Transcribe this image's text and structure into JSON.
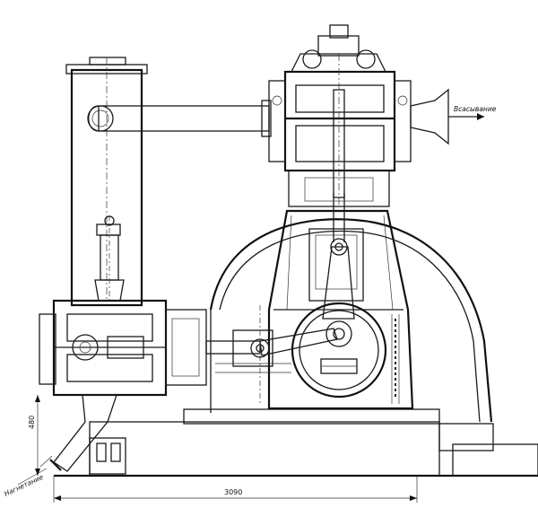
{
  "drawing": {
    "labels": {
      "intake": "Всасывание",
      "discharge": "Нагнетание"
    },
    "dimensions": {
      "overall_length": "3090",
      "height_dim": "480"
    }
  }
}
